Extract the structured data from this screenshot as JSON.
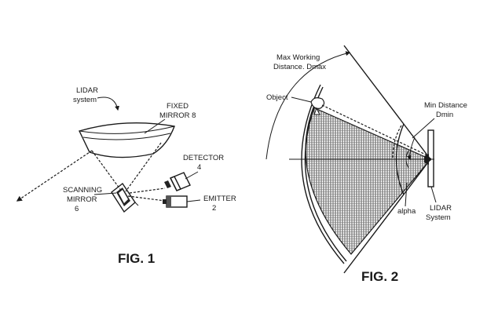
{
  "figure1": {
    "caption": "FIG. 1",
    "lidar_label": [
      "LIDAR",
      "system"
    ],
    "fixed_mirror_label": [
      "FIXED",
      "MIRROR 8"
    ],
    "detector_label": [
      "DETECTOR",
      "4"
    ],
    "scanning_mirror_label": [
      "SCANNING",
      "MIRROR",
      "6"
    ],
    "emitter_label": [
      "EMITTER",
      "2"
    ]
  },
  "figure2": {
    "caption": "FIG. 2",
    "max_label": [
      "Max Working",
      "Distance. Dmax"
    ],
    "object_label": "Object",
    "min_label": [
      "Min Distance",
      "Dmin"
    ],
    "alpha_label": "alpha",
    "system_label": [
      "LIDAR",
      "System"
    ]
  }
}
